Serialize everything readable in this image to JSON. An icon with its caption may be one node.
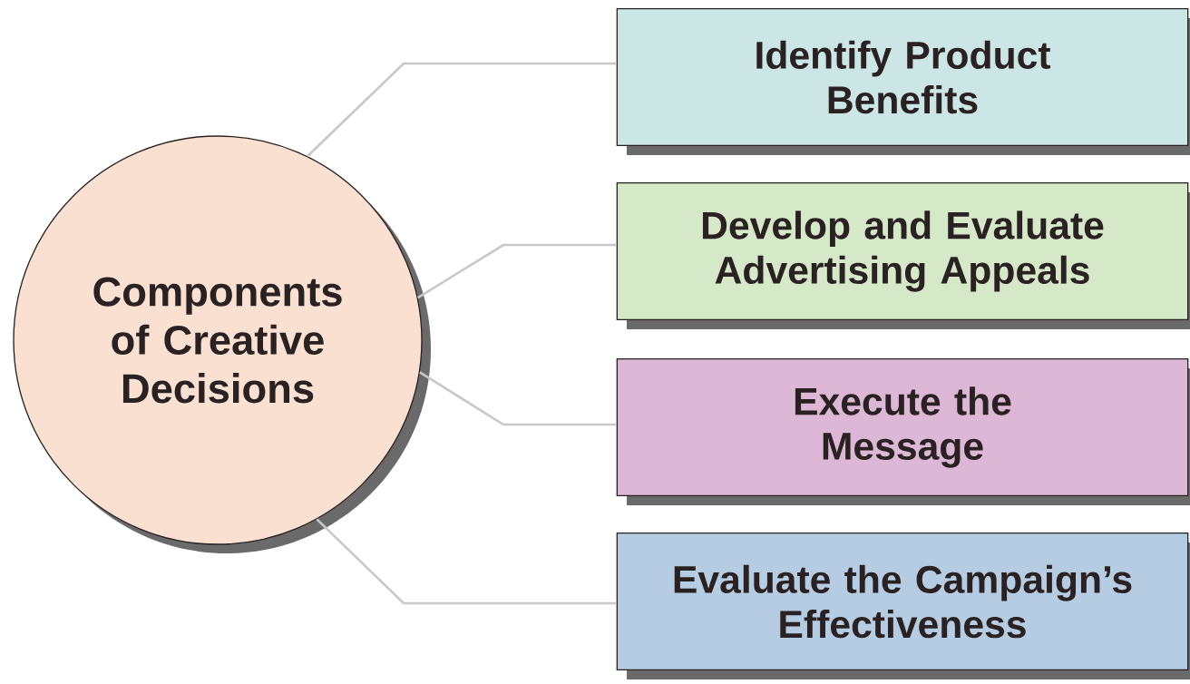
{
  "diagram": {
    "nodes": [
      {
        "text": [
          "Components of Creative Decisions"
        ]
      },
      {
        "text": [
          "Identify Product Benefits"
        ]
      },
      {
        "text": [
          "Develop and Evaluate Advertising Appeals"
        ]
      },
      {
        "text": [
          "Execute the Message"
        ]
      },
      {
        "text": [
          "Evaluate the Campaign’s Effectiveness"
        ]
      }
    ],
    "edges": [
      {
        "from": 0,
        "to": 1,
        "arrow": "none"
      },
      {
        "from": 0,
        "to": 2,
        "arrow": "none"
      },
      {
        "from": 0,
        "to": 3,
        "arrow": "none"
      },
      {
        "from": 0,
        "to": 4,
        "arrow": "none"
      }
    ]
  }
}
